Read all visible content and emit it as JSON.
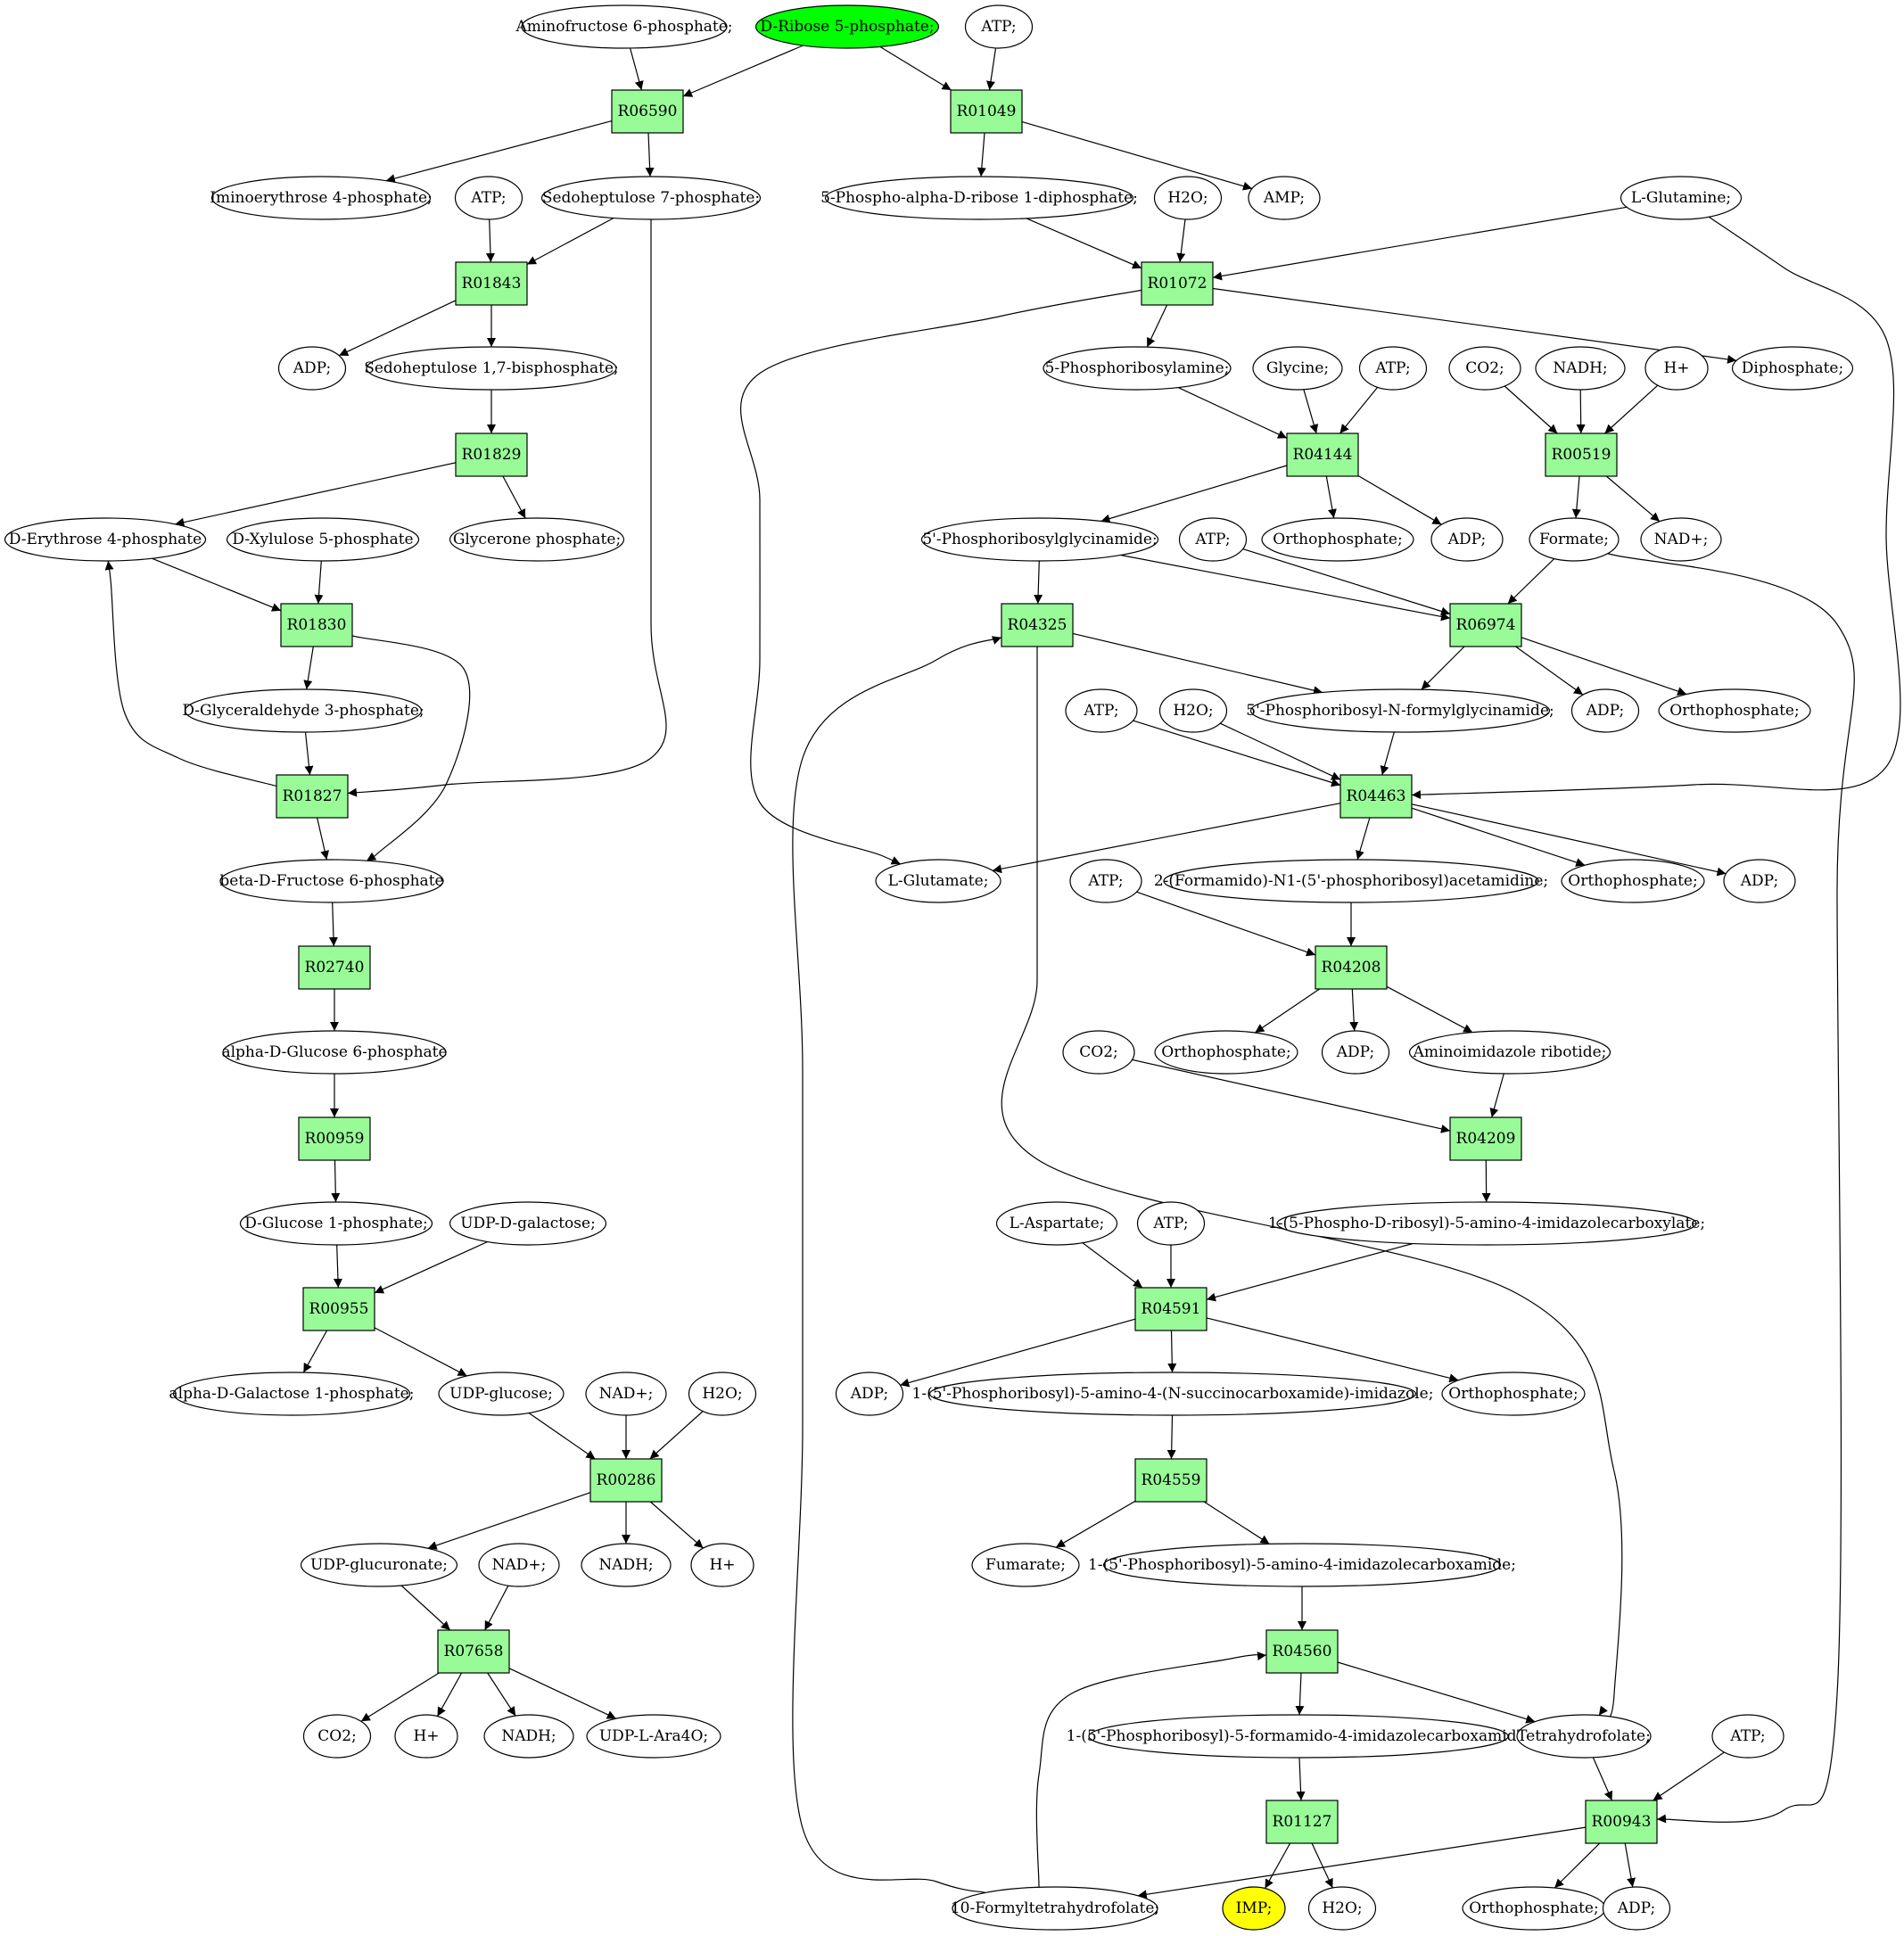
{
  "diagram": {
    "colors": {
      "reaction_fill": "#98fb98",
      "source_fill": "#00ff00",
      "target_fill": "#ffff00",
      "metabolite_fill": "#ffffff",
      "stroke": "#000000"
    },
    "metabolites": [
      {
        "id": "m1",
        "label": "Aminofructose 6-phosphate;"
      },
      {
        "id": "m2",
        "label": "D-Ribose 5-phosphate;",
        "role": "source"
      },
      {
        "id": "m3",
        "label": "ATP;"
      },
      {
        "id": "m4",
        "label": "Iminoerythrose 4-phosphate;"
      },
      {
        "id": "m5",
        "label": "ATP;"
      },
      {
        "id": "m6",
        "label": "Sedoheptulose 7-phosphate;"
      },
      {
        "id": "m7",
        "label": "5-Phospho-alpha-D-ribose 1-diphosphate;"
      },
      {
        "id": "m8",
        "label": "H2O;"
      },
      {
        "id": "m9",
        "label": "AMP;"
      },
      {
        "id": "m10",
        "label": "L-Glutamine;"
      },
      {
        "id": "m11",
        "label": "ADP;"
      },
      {
        "id": "m12",
        "label": "Sedoheptulose 1,7-bisphosphate;"
      },
      {
        "id": "m13",
        "label": "5-Phosphoribosylamine;"
      },
      {
        "id": "m14",
        "label": "Glycine;"
      },
      {
        "id": "m15",
        "label": "ATP;"
      },
      {
        "id": "m16",
        "label": "CO2;"
      },
      {
        "id": "m17",
        "label": "NADH;"
      },
      {
        "id": "m18",
        "label": "H+"
      },
      {
        "id": "m19",
        "label": "Diphosphate;"
      },
      {
        "id": "m20",
        "label": "D-Erythrose 4-phosphate"
      },
      {
        "id": "m21",
        "label": "D-Xylulose 5-phosphate"
      },
      {
        "id": "m22",
        "label": "Glycerone phosphate;"
      },
      {
        "id": "m23",
        "label": "5'-Phosphoribosylglycinamide;"
      },
      {
        "id": "m24",
        "label": "ATP;"
      },
      {
        "id": "m25",
        "label": "Orthophosphate;"
      },
      {
        "id": "m26",
        "label": "ADP;"
      },
      {
        "id": "m27",
        "label": "Formate;"
      },
      {
        "id": "m28",
        "label": "NAD+;"
      },
      {
        "id": "m29",
        "label": "D-Glyceraldehyde 3-phosphate;"
      },
      {
        "id": "m30",
        "label": "ATP;"
      },
      {
        "id": "m31",
        "label": "H2O;"
      },
      {
        "id": "m32",
        "label": "5'-Phosphoribosyl-N-formylglycinamide;"
      },
      {
        "id": "m33",
        "label": "ADP;"
      },
      {
        "id": "m34",
        "label": "Orthophosphate;"
      },
      {
        "id": "m35",
        "label": "beta-D-Fructose 6-phosphate"
      },
      {
        "id": "m36",
        "label": "L-Glutamate;"
      },
      {
        "id": "m37",
        "label": "ATP;"
      },
      {
        "id": "m38",
        "label": "2-(Formamido)-N1-(5'-phosphoribosyl)acetamidine;"
      },
      {
        "id": "m39",
        "label": "Orthophosphate;"
      },
      {
        "id": "m40",
        "label": "ADP;"
      },
      {
        "id": "m41",
        "label": "alpha-D-Glucose 6-phosphate"
      },
      {
        "id": "m42",
        "label": "CO2;"
      },
      {
        "id": "m43",
        "label": "Orthophosphate;"
      },
      {
        "id": "m44",
        "label": "ADP;"
      },
      {
        "id": "m45",
        "label": "Aminoimidazole ribotide;"
      },
      {
        "id": "m46",
        "label": "D-Glucose 1-phosphate;"
      },
      {
        "id": "m47",
        "label": "UDP-D-galactose;"
      },
      {
        "id": "m48",
        "label": "L-Aspartate;"
      },
      {
        "id": "m49",
        "label": "ATP;"
      },
      {
        "id": "m50",
        "label": "1-(5-Phospho-D-ribosyl)-5-amino-4-imidazolecarboxylate;"
      },
      {
        "id": "m51",
        "label": "alpha-D-Galactose 1-phosphate;"
      },
      {
        "id": "m52",
        "label": "UDP-glucose;"
      },
      {
        "id": "m53",
        "label": "NAD+;"
      },
      {
        "id": "m54",
        "label": "H2O;"
      },
      {
        "id": "m55",
        "label": "ADP;"
      },
      {
        "id": "m56",
        "label": "1-(5'-Phosphoribosyl)-5-amino-4-(N-succinocarboxamide)-imidazole;"
      },
      {
        "id": "m57",
        "label": "Orthophosphate;"
      },
      {
        "id": "m58",
        "label": "UDP-glucuronate;"
      },
      {
        "id": "m59",
        "label": "NAD+;"
      },
      {
        "id": "m60",
        "label": "NADH;"
      },
      {
        "id": "m61",
        "label": "H+"
      },
      {
        "id": "m62",
        "label": "Fumarate;"
      },
      {
        "id": "m63",
        "label": "1-(5'-Phosphoribosyl)-5-amino-4-imidazolecarboxamide;"
      },
      {
        "id": "m64",
        "label": "CO2;"
      },
      {
        "id": "m65",
        "label": "H+"
      },
      {
        "id": "m66",
        "label": "NADH;"
      },
      {
        "id": "m67",
        "label": "UDP-L-Ara4O;"
      },
      {
        "id": "m68",
        "label": "1-(5'-Phosphoribosyl)-5-formamido-4-imidazolecarboxamide;"
      },
      {
        "id": "m69",
        "label": "Tetrahydrofolate;"
      },
      {
        "id": "m70",
        "label": "ATP;"
      },
      {
        "id": "m71",
        "label": "10-Formyltetrahydrofolate;"
      },
      {
        "id": "m72",
        "label": "IMP;",
        "role": "target"
      },
      {
        "id": "m73",
        "label": "H2O;"
      },
      {
        "id": "m74",
        "label": "Orthophosphate;"
      },
      {
        "id": "m75",
        "label": "ADP;"
      }
    ],
    "reactions": [
      {
        "id": "R06590",
        "label": "R06590"
      },
      {
        "id": "R01049",
        "label": "R01049"
      },
      {
        "id": "R01843",
        "label": "R01843"
      },
      {
        "id": "R01072",
        "label": "R01072"
      },
      {
        "id": "R01829",
        "label": "R01829"
      },
      {
        "id": "R04144",
        "label": "R04144"
      },
      {
        "id": "R00519",
        "label": "R00519"
      },
      {
        "id": "R01830",
        "label": "R01830"
      },
      {
        "id": "R04325",
        "label": "R04325"
      },
      {
        "id": "R06974",
        "label": "R06974"
      },
      {
        "id": "R01827",
        "label": "R01827"
      },
      {
        "id": "R04463",
        "label": "R04463"
      },
      {
        "id": "R02740",
        "label": "R02740"
      },
      {
        "id": "R04208",
        "label": "R04208"
      },
      {
        "id": "R00959",
        "label": "R00959"
      },
      {
        "id": "R04209",
        "label": "R04209"
      },
      {
        "id": "R00955",
        "label": "R00955"
      },
      {
        "id": "R04591",
        "label": "R04591"
      },
      {
        "id": "R00286",
        "label": "R00286"
      },
      {
        "id": "R04559",
        "label": "R04559"
      },
      {
        "id": "R07658",
        "label": "R07658"
      },
      {
        "id": "R04560",
        "label": "R04560"
      },
      {
        "id": "R01127",
        "label": "R01127"
      },
      {
        "id": "R00943",
        "label": "R00943"
      }
    ],
    "edges": [
      [
        "m1",
        "R06590"
      ],
      [
        "m2",
        "R06590"
      ],
      [
        "R06590",
        "m4"
      ],
      [
        "R06590",
        "m6"
      ],
      [
        "m2",
        "R01049"
      ],
      [
        "m3",
        "R01049"
      ],
      [
        "R01049",
        "m7"
      ],
      [
        "R01049",
        "m9"
      ],
      [
        "m5",
        "R01843"
      ],
      [
        "m6",
        "R01843"
      ],
      [
        "R01843",
        "m11"
      ],
      [
        "R01843",
        "m12"
      ],
      [
        "m7",
        "R01072"
      ],
      [
        "m8",
        "R01072"
      ],
      [
        "m10",
        "R01072"
      ],
      [
        "R01072",
        "m13"
      ],
      [
        "R01072",
        "m19"
      ],
      [
        "R01072",
        "m36"
      ],
      [
        "m12",
        "R01829"
      ],
      [
        "R01829",
        "m20"
      ],
      [
        "R01829",
        "m22"
      ],
      [
        "m13",
        "R04144"
      ],
      [
        "m14",
        "R04144"
      ],
      [
        "m15",
        "R04144"
      ],
      [
        "R04144",
        "m23"
      ],
      [
        "R04144",
        "m25"
      ],
      [
        "R04144",
        "m26"
      ],
      [
        "m16",
        "R00519"
      ],
      [
        "m17",
        "R00519"
      ],
      [
        "m18",
        "R00519"
      ],
      [
        "R00519",
        "m27"
      ],
      [
        "R00519",
        "m28"
      ],
      [
        "m20",
        "R01830"
      ],
      [
        "m21",
        "R01830"
      ],
      [
        "R01830",
        "m29"
      ],
      [
        "R01830",
        "m35"
      ],
      [
        "m23",
        "R04325"
      ],
      [
        "m71",
        "R04325"
      ],
      [
        "R04325",
        "m32"
      ],
      [
        "R04325",
        "m69"
      ],
      [
        "m23",
        "R06974"
      ],
      [
        "m24",
        "R06974"
      ],
      [
        "m27",
        "R06974"
      ],
      [
        "R06974",
        "m32"
      ],
      [
        "R06974",
        "m33"
      ],
      [
        "R06974",
        "m34"
      ],
      [
        "m29",
        "R01827"
      ],
      [
        "m6",
        "R01827"
      ],
      [
        "R01827",
        "m20"
      ],
      [
        "R01827",
        "m35"
      ],
      [
        "m30",
        "R04463"
      ],
      [
        "m31",
        "R04463"
      ],
      [
        "m32",
        "R04463"
      ],
      [
        "m10",
        "R04463"
      ],
      [
        "R04463",
        "m36"
      ],
      [
        "R04463",
        "m38"
      ],
      [
        "R04463",
        "m39"
      ],
      [
        "R04463",
        "m40"
      ],
      [
        "m35",
        "R02740"
      ],
      [
        "R02740",
        "m41"
      ],
      [
        "m37",
        "R04208"
      ],
      [
        "m38",
        "R04208"
      ],
      [
        "R04208",
        "m43"
      ],
      [
        "R04208",
        "m44"
      ],
      [
        "R04208",
        "m45"
      ],
      [
        "m41",
        "R00959"
      ],
      [
        "R00959",
        "m46"
      ],
      [
        "m42",
        "R04209"
      ],
      [
        "m45",
        "R04209"
      ],
      [
        "R04209",
        "m50"
      ],
      [
        "m46",
        "R00955"
      ],
      [
        "m47",
        "R00955"
      ],
      [
        "R00955",
        "m51"
      ],
      [
        "R00955",
        "m52"
      ],
      [
        "m48",
        "R04591"
      ],
      [
        "m49",
        "R04591"
      ],
      [
        "m50",
        "R04591"
      ],
      [
        "R04591",
        "m55"
      ],
      [
        "R04591",
        "m56"
      ],
      [
        "R04591",
        "m57"
      ],
      [
        "m52",
        "R00286"
      ],
      [
        "m53",
        "R00286"
      ],
      [
        "m54",
        "R00286"
      ],
      [
        "R00286",
        "m58"
      ],
      [
        "R00286",
        "m60"
      ],
      [
        "R00286",
        "m61"
      ],
      [
        "m56",
        "R04559"
      ],
      [
        "R04559",
        "m62"
      ],
      [
        "R04559",
        "m63"
      ],
      [
        "m58",
        "R07658"
      ],
      [
        "m59",
        "R07658"
      ],
      [
        "R07658",
        "m64"
      ],
      [
        "R07658",
        "m65"
      ],
      [
        "R07658",
        "m66"
      ],
      [
        "R07658",
        "m67"
      ],
      [
        "m63",
        "R04560"
      ],
      [
        "m71",
        "R04560"
      ],
      [
        "R04560",
        "m68"
      ],
      [
        "R04560",
        "m69"
      ],
      [
        "m68",
        "R01127"
      ],
      [
        "R01127",
        "m72"
      ],
      [
        "R01127",
        "m73"
      ],
      [
        "m69",
        "R00943"
      ],
      [
        "m70",
        "R00943"
      ],
      [
        "m27",
        "R00943"
      ],
      [
        "R00943",
        "m71"
      ],
      [
        "R00943",
        "m74"
      ],
      [
        "R00943",
        "m75"
      ]
    ]
  }
}
